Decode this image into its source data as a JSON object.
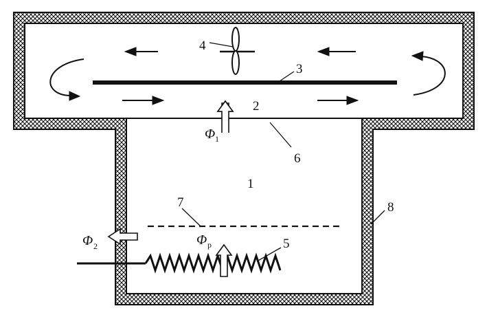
{
  "labels": {
    "n1": "1",
    "n2": "2",
    "n3": "3",
    "n4": "4",
    "n5": "5",
    "n6": "6",
    "n7": "7",
    "n8": "8"
  },
  "flux": {
    "phi1_symbol": "Φ",
    "phi1_sub": "1",
    "phi2_symbol": "Φ",
    "phi2_sub": "2",
    "phip_symbol": "Φ",
    "phip_sub": "p"
  },
  "colors": {
    "line": "#111111",
    "insulation_hatch": "#111111",
    "background": "#ffffff"
  }
}
